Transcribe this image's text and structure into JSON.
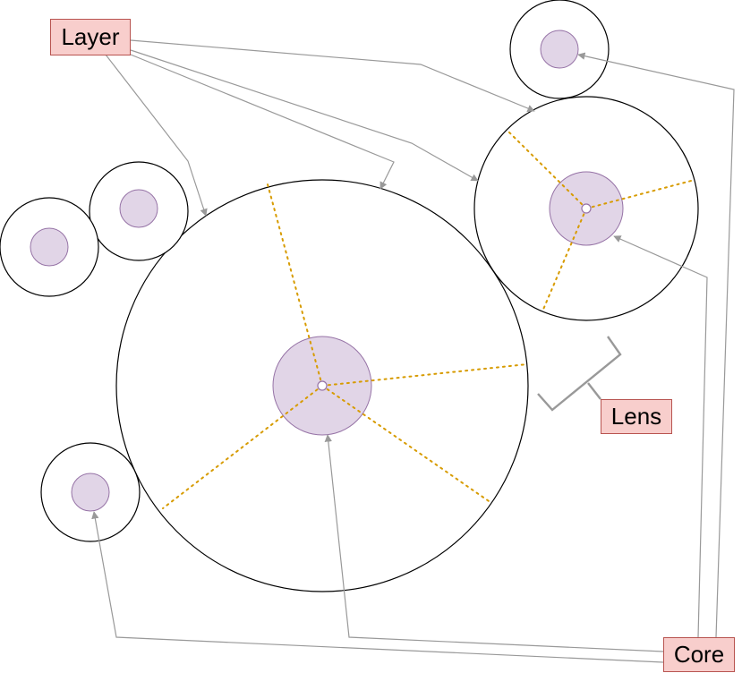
{
  "labels": {
    "layer": "Layer",
    "lens": "Lens",
    "core": "Core"
  },
  "colors": {
    "label_fill": "#f8cecc",
    "label_border": "#b85450",
    "core_fill": "#e1d5e7",
    "core_border": "#9673a6",
    "spoke": "#d79b00",
    "connector": "#999999"
  }
}
